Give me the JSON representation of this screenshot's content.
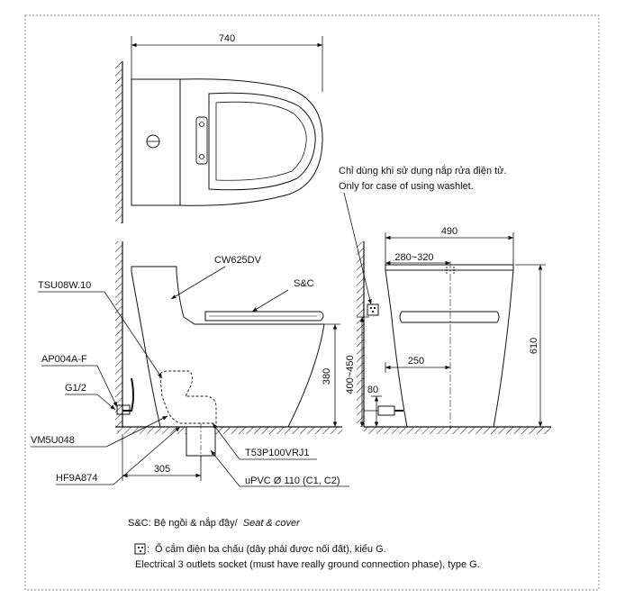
{
  "colors": {
    "line": "#111111",
    "border": "#888888",
    "background": "#ffffff"
  },
  "top_view": {
    "width_dim": "740"
  },
  "side_view": {
    "model": "CW625DV",
    "seat": "S&C",
    "tank_fitting": "TSU08W.10",
    "stop_valve": "AP004A-F",
    "thread": "G1/2",
    "valve_code": "VM5U048",
    "flange_code": "HF9A874",
    "drain_fitting": "T53P100VRJ1",
    "pipe": "uPVC Ø 110 (C1, C2)",
    "dim_rough_in": "305",
    "dim_seat_height": "380"
  },
  "front_view": {
    "note_vi": "Chỉ dùng khi sử dụng nắp rửa điện tử.",
    "note_en": "Only for case of using washlet.",
    "dim_width": "490",
    "dim_range": "280~320",
    "dim_half": "250",
    "dim_socket_height": "400~450",
    "dim_socket_offset": "80",
    "dim_height": "610"
  },
  "legend": {
    "sc_line_vi": "S&C: Bệ ngồi & nắp đậy/",
    "sc_line_en": "Seat & cover",
    "socket_vi": "Ổ cắm điện ba chấu (dây phải được nối đất), kiểu G.",
    "socket_en": "Electrical 3 outlets socket (must have really ground connection phase), type G.",
    "socket_icon": "socket-icon"
  }
}
